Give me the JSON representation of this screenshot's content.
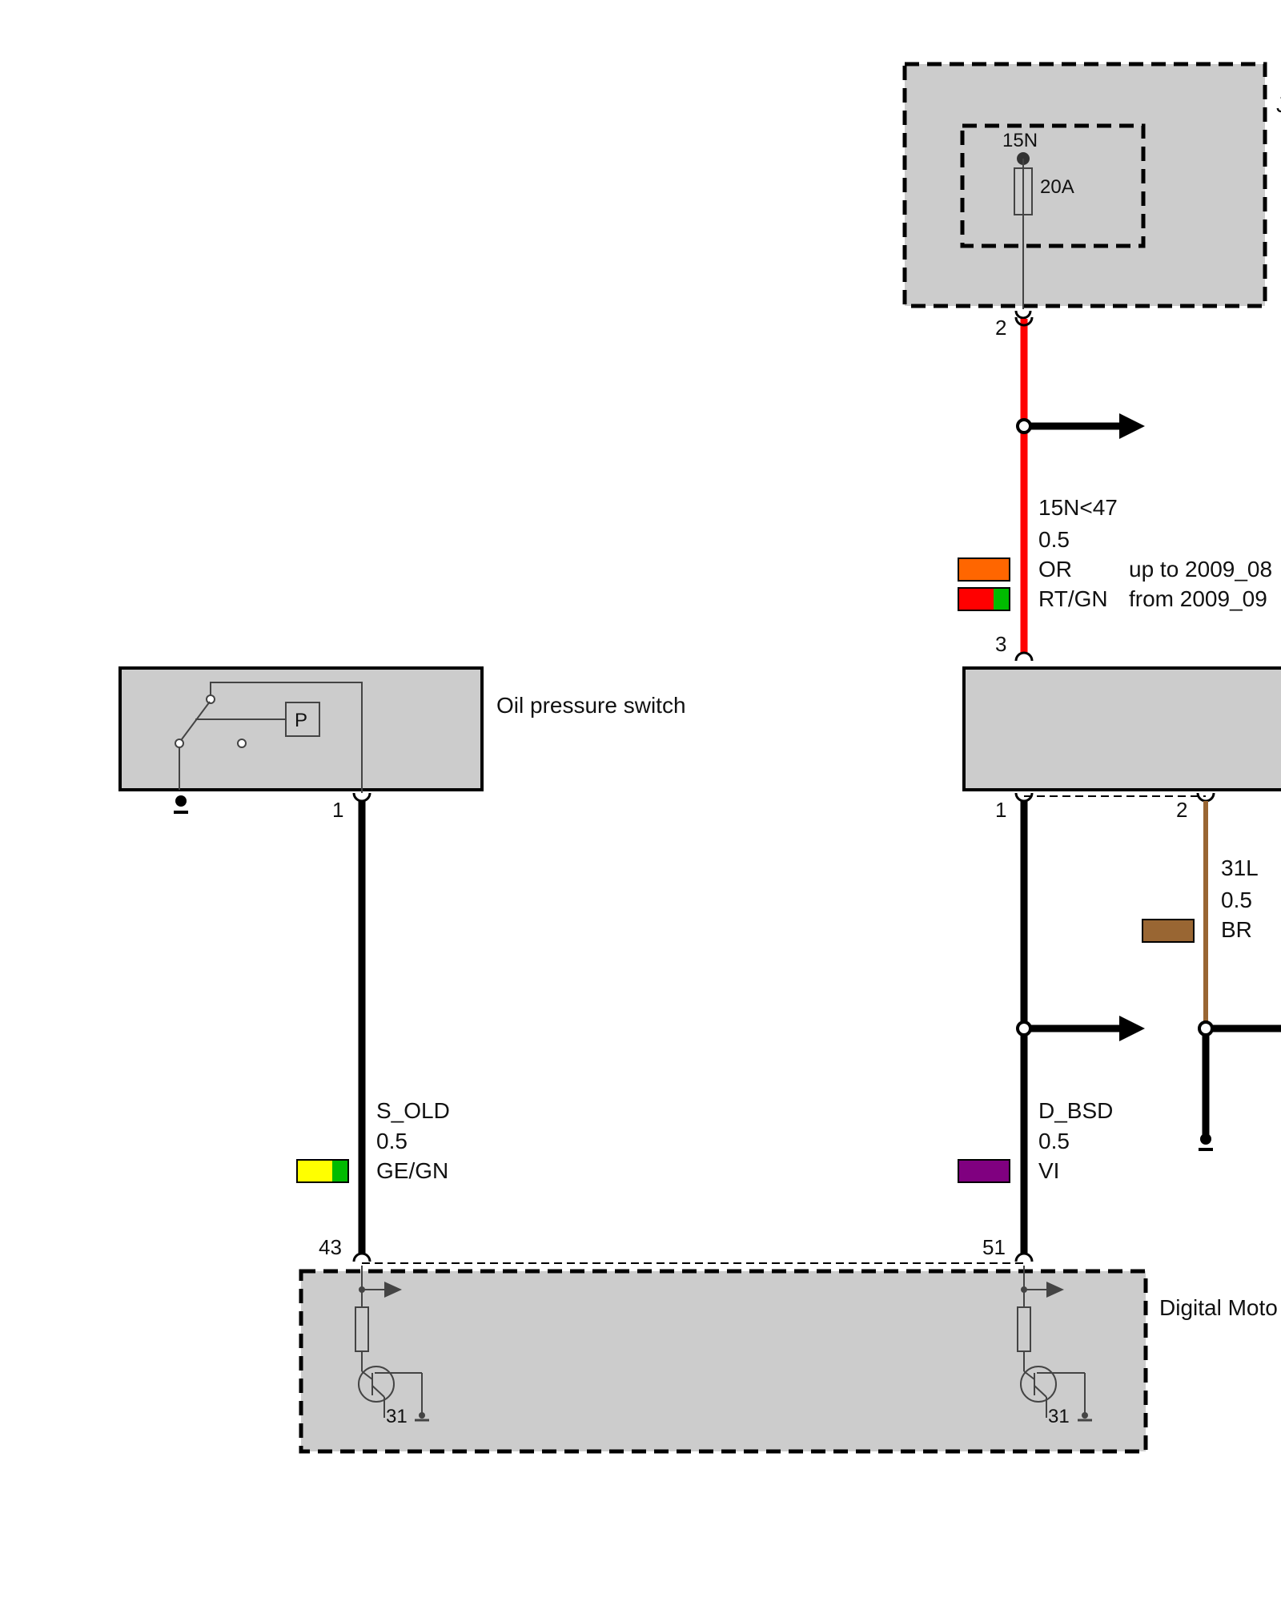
{
  "components": {
    "fuse_box": {
      "terminal": "15N",
      "fuse_rating": "20A",
      "pin_out": "2"
    },
    "oil_pressure_switch": {
      "label": "Oil pressure switch",
      "symbol": "P",
      "pin": "1"
    },
    "middle_component": {
      "pin_top": "3",
      "pin_bottom_left": "1",
      "pin_bottom_right": "2"
    },
    "dme": {
      "label": "Digital Moto",
      "pin_left": "43",
      "pin_right": "51",
      "ground_left": "31",
      "ground_right": "31"
    }
  },
  "wires": {
    "w_15n": {
      "signal": "15N<47",
      "size": "0.5",
      "variants": [
        {
          "code": "OR",
          "note": "up to 2009_08",
          "colors": [
            "#ff6600"
          ]
        },
        {
          "code": "RT/GN",
          "note": "from 2009_09",
          "colors": [
            "#ff0000",
            "#00bb00"
          ]
        }
      ]
    },
    "w_sold": {
      "signal": "S_OLD",
      "size": "0.5",
      "code": "GE/GN",
      "colors": [
        "#ffff00",
        "#00bb00"
      ]
    },
    "w_dbsd": {
      "signal": "D_BSD",
      "size": "0.5",
      "code": "VI",
      "colors": [
        "#800080"
      ]
    },
    "w_31l": {
      "signal": "31L",
      "size": "0.5",
      "code": "BR",
      "colors": [
        "#996633"
      ]
    }
  },
  "colors": {
    "wire_red": "#ff0000",
    "wire_black": "#000000",
    "wire_brown": "#996633",
    "box_fill": "#cccccc"
  }
}
